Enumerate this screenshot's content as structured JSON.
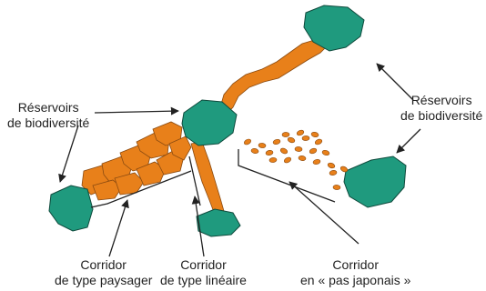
{
  "colors": {
    "reservoir": "#1f9a7e",
    "reservoir_edge": "#0f4a3c",
    "corridor": "#e8801a",
    "corridor_edge": "#8a4a10",
    "line": "#222222"
  },
  "labels": {
    "reservoirs_left": {
      "line1": "Réservoirs",
      "line2": "de biodiversité"
    },
    "reservoirs_right": {
      "line1": "Réservoirs",
      "line2": "de biodiversité"
    },
    "corridor_landscape": {
      "line1": "Corridor",
      "line2": "de type paysager"
    },
    "corridor_linear": {
      "line1": "Corridor",
      "line2": "de type linéaire"
    },
    "corridor_stepping": {
      "line1": "Corridor",
      "line2": "en « pas japonais »"
    }
  }
}
